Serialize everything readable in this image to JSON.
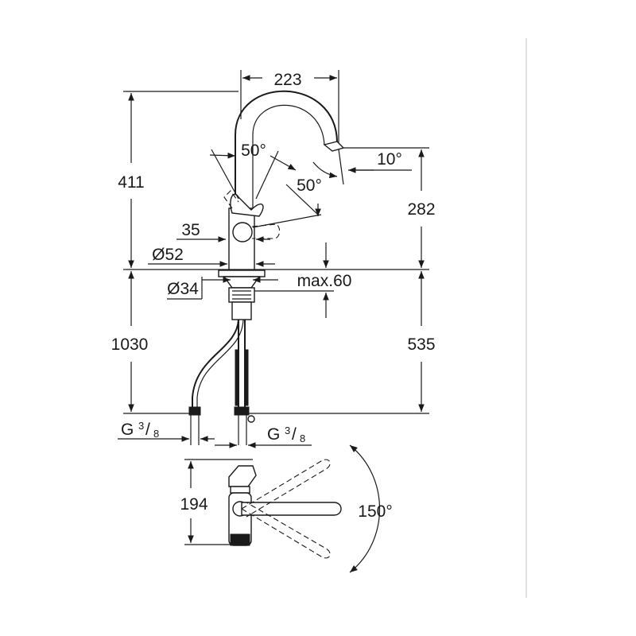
{
  "dimensions": {
    "spout_reach": "223",
    "total_height": "411",
    "spout_height": "282",
    "lever_angle_left": "50°",
    "lever_angle_right": "50°",
    "spout_tilt": "10°",
    "lever_offset": "35",
    "base_diameter": "Ø52",
    "hole_diameter": "Ø34",
    "max_deck": "max.60",
    "hose_length": "1030",
    "shank_length": "535",
    "thread_left_main": "G",
    "thread_left_num": "3",
    "thread_left_den": "8",
    "thread_right_main": "G",
    "thread_right_num": "3",
    "thread_right_den": "8",
    "plan_depth": "194",
    "swivel_angle": "150°"
  }
}
